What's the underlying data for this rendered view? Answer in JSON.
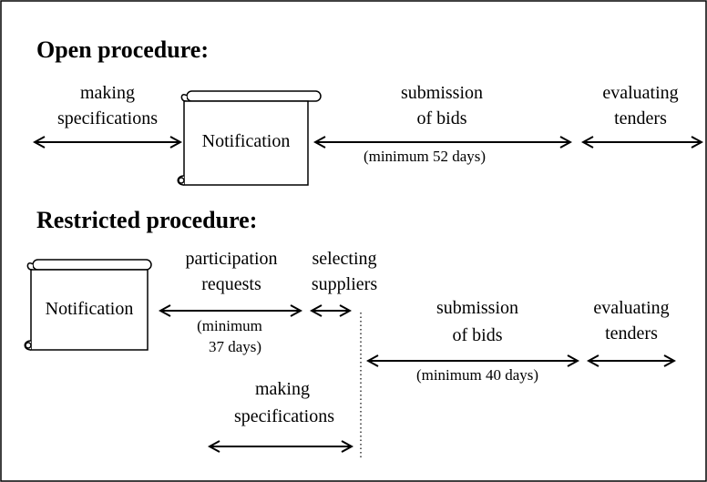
{
  "open": {
    "heading": "Open procedure:",
    "making_1": "making",
    "making_2": "specifications",
    "notification": "Notification",
    "submission_1": "submission",
    "submission_2": "of bids",
    "min": "(minimum 52 days)",
    "eval_1": "evaluating",
    "eval_2": "tenders"
  },
  "restricted": {
    "heading": "Restricted procedure:",
    "notification": "Notification",
    "part_1": "participation",
    "part_2": "requests",
    "part_min_1": "(minimum",
    "part_min_2": "37 days)",
    "select_1": "selecting",
    "select_2": "suppliers",
    "submission_1": "submission",
    "submission_2": "of bids",
    "min": "(minimum 40 days)",
    "eval_1": "evaluating",
    "eval_2": "tenders",
    "making_1": "making",
    "making_2": "specifications"
  }
}
